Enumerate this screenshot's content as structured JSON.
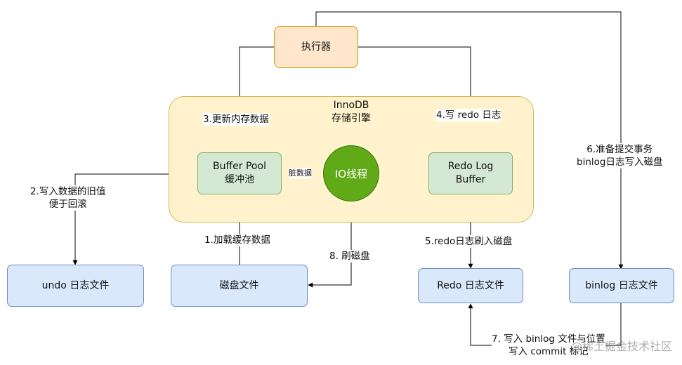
{
  "nodes": {
    "executor": "执行器",
    "innodb": [
      "InnoDB",
      "存储引擎"
    ],
    "buffer_pool": [
      "Buffer Pool",
      "缓冲池"
    ],
    "io_thread": "IO线程",
    "redo_log_buffer": [
      "Redo Log",
      "Buffer"
    ],
    "undo_file": "undo 日志文件",
    "disk_file": "磁盘文件",
    "redo_file": "Redo 日志文件",
    "binlog_file": "binlog 日志文件"
  },
  "edges": {
    "step1": "1.加载缓存数据",
    "step2": [
      "2.写入数据的旧值",
      "便于回滚"
    ],
    "step3": "3.更新内存数据",
    "step4": "4.写 redo 日志",
    "step5": "5.redo日志刷入磁盘",
    "step6": [
      "6.准备提交事务",
      "binlog日志写入磁盘"
    ],
    "step7": [
      "7. 写入 binlog 文件与位置",
      "写入 commit 标记"
    ],
    "step8": "8. 刷磁盘",
    "dirty": "脏数据"
  },
  "watermark": "@稀土掘金技术社区"
}
